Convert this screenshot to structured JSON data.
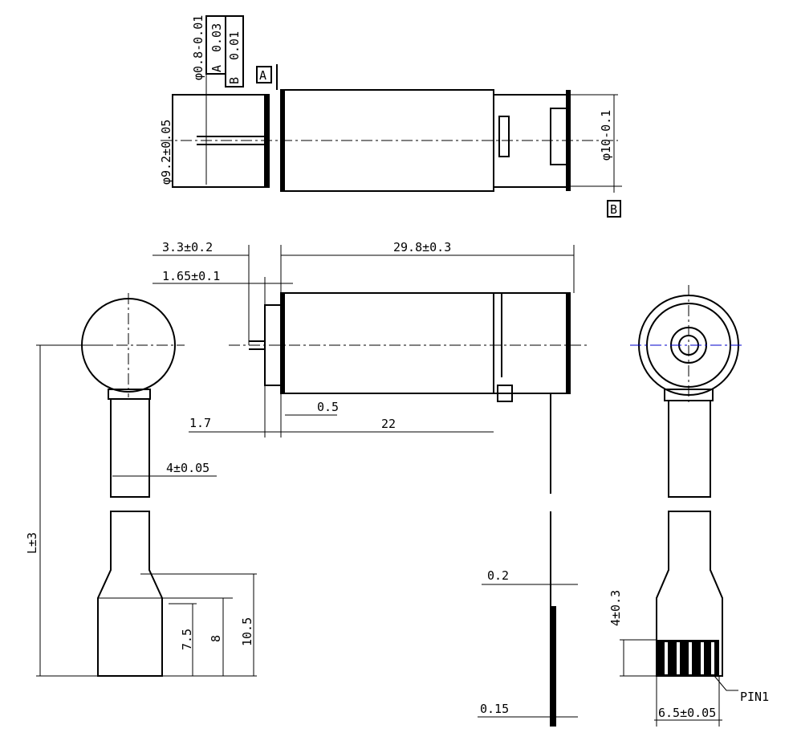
{
  "dimensions": {
    "shaft_dia": "φ0.8-0.01",
    "body_dia": "φ9.2±0.05",
    "can_dia": "φ10-0.1",
    "shaft_len": "3.3±0.2",
    "total_len": "29.8±0.3",
    "flange": "1.65±0.1",
    "boss": "1.7",
    "gap": "0.5",
    "can_len": "22",
    "lead_width": "4±0.05",
    "lead_len": "L±3",
    "d75": "7.5",
    "d8": "8",
    "d105": "10.5",
    "thk1": "0.2",
    "thk2": "0.15",
    "pin_len": "4±0.3",
    "pin_width": "6.5±0.05",
    "pin1": "PIN1"
  },
  "tolerance_frame": {
    "r1": "0.03",
    "r1_ref": "A",
    "r2": "0.01",
    "r2_ref": "B"
  },
  "datums": {
    "a": "A",
    "b": "B"
  }
}
